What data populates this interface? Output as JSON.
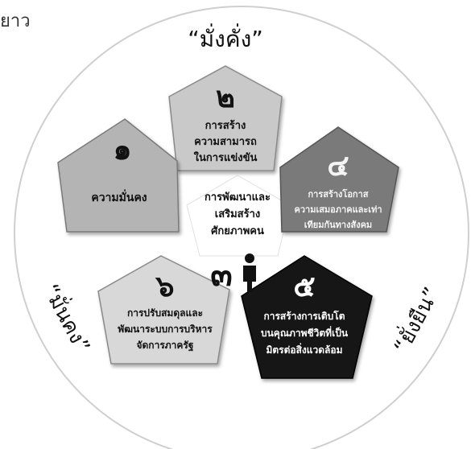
{
  "header_fragment": "ยาว",
  "arc_labels": {
    "top": "“มั่งคั่ง”",
    "left": "“มั่นคง”",
    "right": "“ยั่งยืน”"
  },
  "center": {
    "lines": [
      "การพัฒนาและ",
      "เสริมสร้าง",
      "ศักยภาพคน"
    ],
    "number": "๓"
  },
  "pentagons": [
    {
      "id": "p1",
      "number": "๑",
      "lines": [
        "ความมั่นคง"
      ],
      "fill": "#b4b4b4",
      "text_color": "#111111"
    },
    {
      "id": "p2",
      "number": "๒",
      "lines": [
        "การสร้าง",
        "ความสามารถ",
        "ในการแข่งขัน"
      ],
      "fill": "#c9c9c9",
      "text_color": "#111111"
    },
    {
      "id": "p4",
      "number": "๔",
      "lines": [
        "การสร้างโอกาส",
        "ความเสมอภาคและเท่า",
        "เทียมกันทางสังคม"
      ],
      "fill": "#7a7a7a",
      "text_color": "#f4f4f4"
    },
    {
      "id": "p5",
      "number": "๕",
      "lines": [
        "การสร้างการเติบโต",
        "บนคุณภาพชีวิตที่เป็น",
        "มิตรต่อสิ่งแวดล้อม"
      ],
      "fill": "#151515",
      "text_color": "#ffffff"
    },
    {
      "id": "p6",
      "number": "๖",
      "lines": [
        "การปรับสมดุลและ",
        "พัฒนาระบบการบริหาร",
        "จัดการภาครัฐ"
      ],
      "fill": "#d8d8d8",
      "text_color": "#111111"
    }
  ]
}
